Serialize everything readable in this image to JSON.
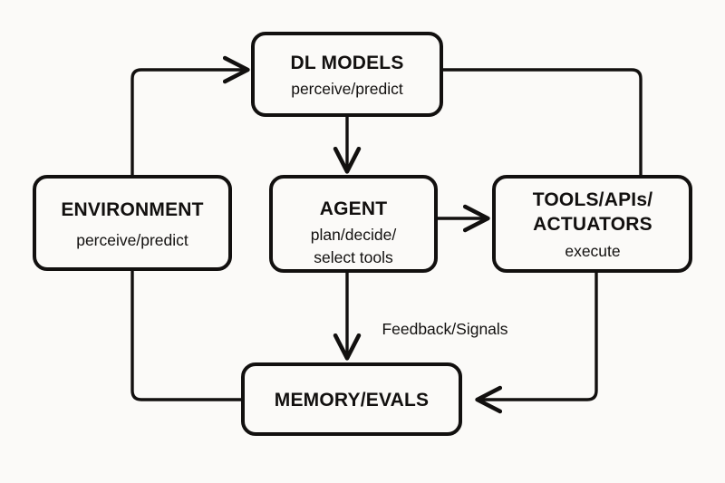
{
  "diagram": {
    "background_color": "#fbfaf8",
    "stroke_color": "#12100f",
    "node_fill": "#fbfaf8",
    "nodes": [
      {
        "id": "dl-models",
        "title": "DL MODELS",
        "subtitle_lines": [
          "perceive/predict"
        ]
      },
      {
        "id": "environment",
        "title": "ENVIRONMENT",
        "subtitle_lines": [
          "perceive/predict"
        ]
      },
      {
        "id": "agent",
        "title": "AGENT",
        "subtitle_lines": [
          "plan/decide/",
          "select tools"
        ]
      },
      {
        "id": "tools",
        "title_lines": [
          "TOOLS/APIs/",
          "ACTUATORS"
        ],
        "subtitle_lines": [
          "execute"
        ]
      },
      {
        "id": "memory",
        "title": "MEMORY/EVALS",
        "subtitle_lines": []
      }
    ],
    "edges": [
      {
        "id": "environment-to-dl-models",
        "from": "environment",
        "to": "dl-models",
        "label": "",
        "arrowhead": "to"
      },
      {
        "id": "dl-models-to-tools",
        "from": "dl-models",
        "to": "tools",
        "label": "",
        "arrowhead": "none"
      },
      {
        "id": "dl-models-to-agent",
        "from": "dl-models",
        "to": "agent",
        "label": "",
        "arrowhead": "to"
      },
      {
        "id": "agent-to-tools",
        "from": "agent",
        "to": "tools",
        "label": "",
        "arrowhead": "to"
      },
      {
        "id": "agent-to-memory",
        "from": "agent",
        "to": "memory",
        "label": "Feedback/Signals",
        "arrowhead": "to"
      },
      {
        "id": "tools-to-memory",
        "from": "tools",
        "to": "memory",
        "label": "",
        "arrowhead": "to"
      },
      {
        "id": "memory-to-environment",
        "from": "memory",
        "to": "environment",
        "label": "",
        "arrowhead": "none"
      }
    ]
  }
}
